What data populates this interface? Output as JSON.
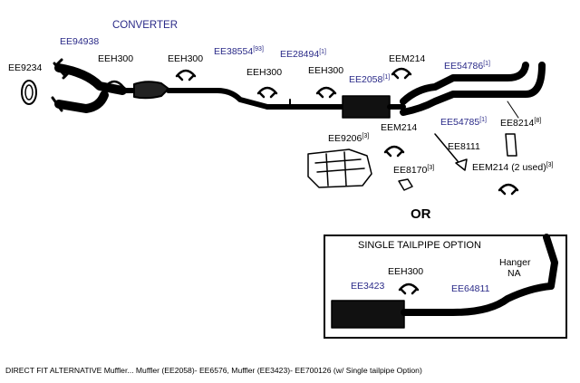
{
  "labels": {
    "ee94938": "EE94938",
    "converter": "CONVERTER",
    "ee9234": "EE9234",
    "eeh300_1": "EEH300",
    "eeh300_2": "EEH300",
    "ee38554": "EE38554",
    "ee38554_note": "[93]",
    "ee28494": "EE28494",
    "ee28494_note": "[1]",
    "eeh300_3": "EEH300",
    "eeh300_4": "EEH300",
    "eem214_1": "EEM214",
    "ee2058": "EE2058",
    "ee2058_note": "[1]",
    "ee54786": "EE54786",
    "ee54786_note": "[1]",
    "ee54785": "EE54785",
    "ee54785_note": "[1]",
    "ee8214": "EE8214",
    "ee8214_note": "[8]",
    "eem214_2": "EEM214",
    "ee9206": "EE9206",
    "ee9206_note": "[3]",
    "ee8111": "EE8111",
    "ee8170": "EE8170",
    "ee8170_note": "[3]",
    "eem214_3": "EEM214 (2 used)",
    "eem214_3_note": "[3]",
    "or": "OR",
    "option_title": "SINGLE TAILPIPE OPTION",
    "eeh300_5": "EEH300",
    "ee3423": "EE3423",
    "ee64811": "EE64811",
    "hanger": "Hanger",
    "hanger_na": "NA"
  },
  "caption": "DIRECT FIT ALTERNATIVE Muffler... Muffler (EE2058)- EE6576, Muffler (EE3423)- EE700126  (w/ Single tailpipe Option)"
}
